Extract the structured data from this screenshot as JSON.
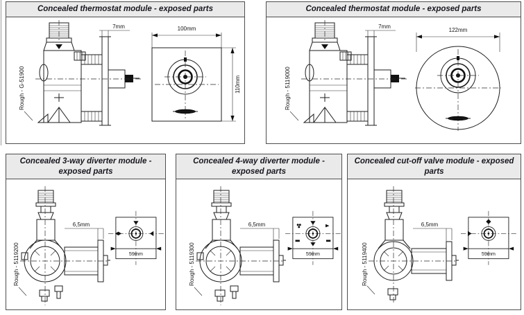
{
  "sheet": {
    "description": "Concealed shower module technical drawings - exposed parts"
  },
  "colors": {
    "panel_border": "#4d4d4d",
    "header_bg": "#eaeaea",
    "title_text": "#17171f",
    "line_art": "#1c1c1c"
  },
  "panels": {
    "p1": {
      "title": "Concealed thermostat module - exposed parts",
      "rough_label": "Rough - G-51900",
      "dim_offset": "7mm",
      "dim_width": "100mm",
      "dim_height": "110mm"
    },
    "p2": {
      "title": "Concealed thermostat module - exposed parts",
      "rough_label": "Rough - 5119000",
      "dim_offset": "7mm",
      "dim_diameter": "122mm"
    },
    "p3": {
      "title": "Concealed 3-way diverter module - exposed parts",
      "rough_label": "Rough - 5119200",
      "dim_offset": "6,5mm",
      "dim_width": "59mm"
    },
    "p4": {
      "title": "Concealed 4-way diverter module - exposed parts",
      "rough_label": "Rough - 5119300",
      "dim_offset": "6,5mm",
      "dim_width": "59mm"
    },
    "p5": {
      "title": "Concealed cut-off valve module - exposed parts",
      "rough_label": "Rough - 5119400",
      "dim_offset": "6,5mm",
      "dim_width": "59mm"
    }
  }
}
